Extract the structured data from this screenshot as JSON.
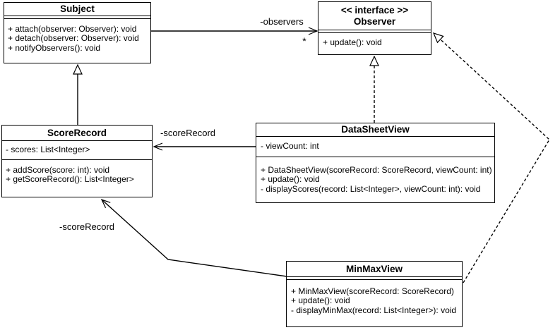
{
  "diagram": {
    "background_color": "#ffffff",
    "stroke_color": "#000000"
  },
  "classes": {
    "subject": {
      "name": "Subject",
      "methods": [
        "+ attach(observer: Observer): void",
        "+ detach(observer: Observer): void",
        "+ notifyObservers(): void"
      ]
    },
    "observer": {
      "stereotype": "<< interface >>",
      "name": "Observer",
      "methods": [
        "+ update(): void"
      ]
    },
    "score_record": {
      "name": "ScoreRecord",
      "attributes": [
        "- scores: List<Integer>"
      ],
      "methods": [
        "+ addScore(score: int): void",
        "+ getScoreRecord(): List<Integer>"
      ]
    },
    "data_sheet_view": {
      "name": "DataSheetView",
      "attributes": [
        "- viewCount: int"
      ],
      "methods": [
        "+ DataSheetView(scoreRecord: ScoreRecord, viewCount: int)",
        "+ update(): void",
        "- displayScores(record: List<Integer>, viewCount: int): void"
      ]
    },
    "min_max_view": {
      "name": "MinMaxView",
      "methods": [
        "+ MinMaxView(scoreRecord: ScoreRecord)",
        "+ update(): void",
        "- displayMinMax(record: List<Integer>): void"
      ]
    }
  },
  "edges": {
    "subject_observer": {
      "label": "-observers",
      "multiplicity": "*"
    },
    "data_sheet_view_score_record": {
      "label": "-scoreRecord"
    },
    "min_max_view_score_record": {
      "label": "-scoreRecord"
    }
  }
}
